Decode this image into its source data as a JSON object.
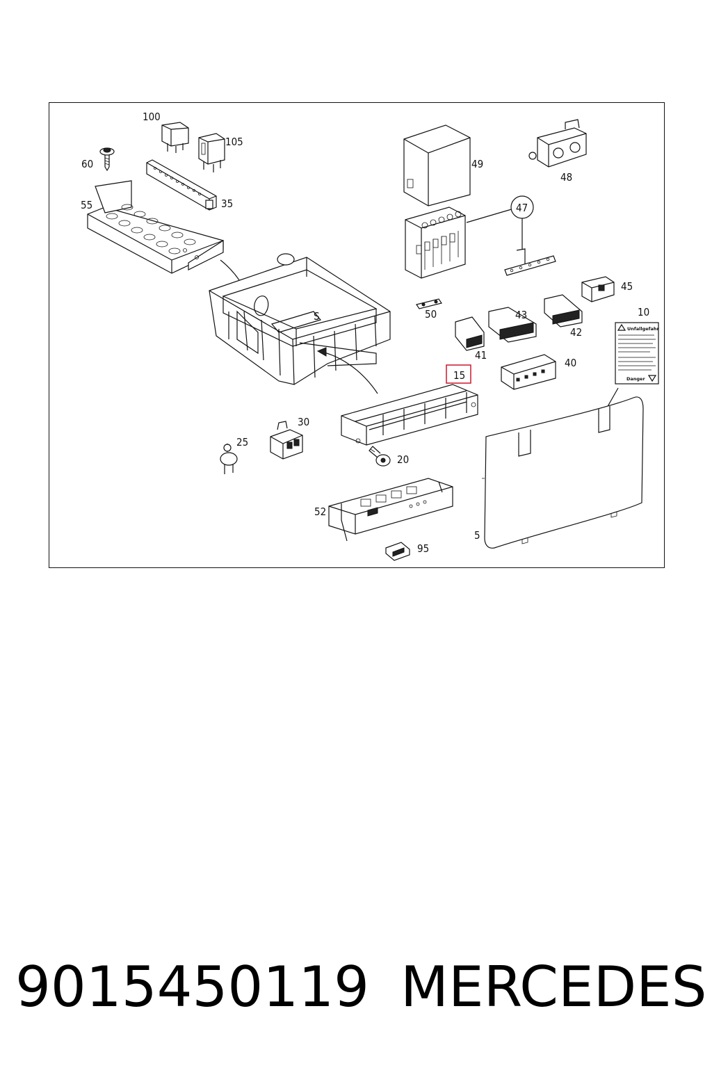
{
  "diagram": {
    "labels": {
      "p100": "100",
      "p105": "105",
      "p60": "60",
      "p55": "55",
      "p35": "35",
      "p49": "49",
      "p48": "48",
      "p47": "47",
      "p45": "45",
      "p50": "50",
      "p43": "43",
      "p42": "42",
      "p10": "10",
      "p41": "41",
      "p40": "40",
      "p15": "15",
      "p30": "30",
      "p25": "25",
      "p20": "20",
      "p52": "52",
      "p5": "5",
      "p95": "95"
    },
    "highlighted_part": "15",
    "highlight_color": "#d0243a",
    "warning_label": {
      "title_top": "Unfallgefahr",
      "title_bottom": "Danger"
    }
  },
  "footer": {
    "part_number": "9015450119",
    "brand": "MERCEDES"
  }
}
